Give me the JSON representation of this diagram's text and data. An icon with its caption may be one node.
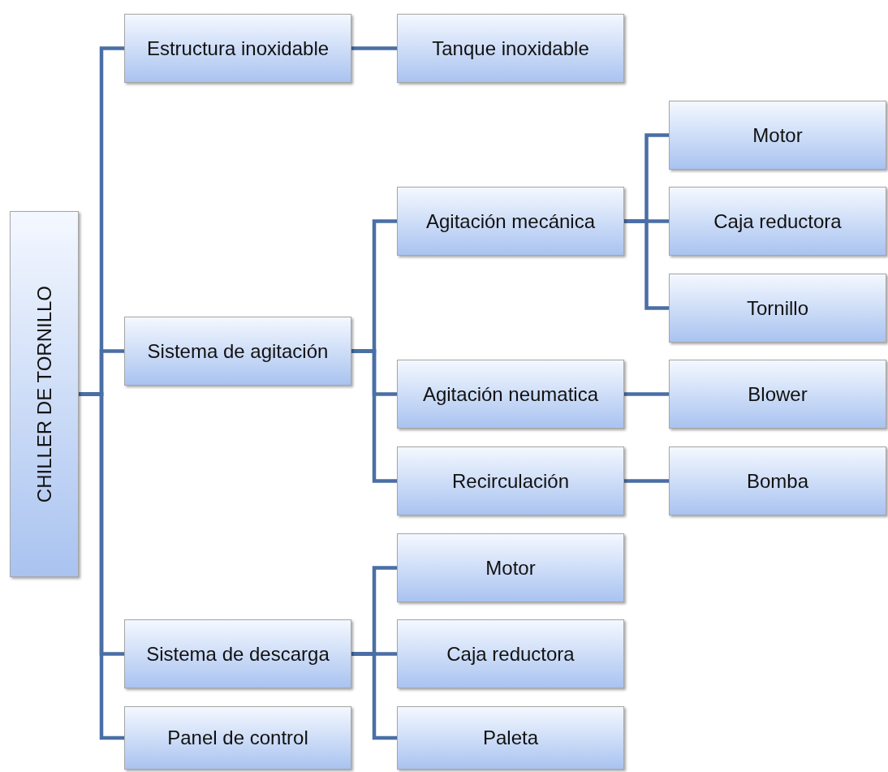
{
  "diagram": {
    "nodes": [
      {
        "text": [
          "CHILLER DE TORNILLO"
        ]
      },
      {
        "text": [
          "Estructura inoxidable"
        ]
      },
      {
        "text": [
          "Tanque inoxidable"
        ]
      },
      {
        "text": [
          "Sistema de agitación"
        ]
      },
      {
        "text": [
          "Agitación mecánica"
        ]
      },
      {
        "text": [
          "Motor"
        ]
      },
      {
        "text": [
          "Caja reductora"
        ]
      },
      {
        "text": [
          "Tornillo"
        ]
      },
      {
        "text": [
          "Agitación neumatica"
        ]
      },
      {
        "text": [
          "Blower"
        ]
      },
      {
        "text": [
          "Recirculación"
        ]
      },
      {
        "text": [
          "Bomba"
        ]
      },
      {
        "text": [
          "Sistema de descarga"
        ]
      },
      {
        "text": [
          "Motor"
        ]
      },
      {
        "text": [
          "Caja reductora"
        ]
      },
      {
        "text": [
          "Paleta"
        ]
      },
      {
        "text": [
          "Panel de control"
        ]
      }
    ],
    "edges": [
      {
        "from": 0,
        "to": 1,
        "arrow": "none"
      },
      {
        "from": 0,
        "to": 3,
        "arrow": "none"
      },
      {
        "from": 0,
        "to": 12,
        "arrow": "none"
      },
      {
        "from": 0,
        "to": 16,
        "arrow": "none"
      },
      {
        "from": 1,
        "to": 2,
        "arrow": "none"
      },
      {
        "from": 3,
        "to": 4,
        "arrow": "none"
      },
      {
        "from": 3,
        "to": 8,
        "arrow": "none"
      },
      {
        "from": 3,
        "to": 10,
        "arrow": "none"
      },
      {
        "from": 4,
        "to": 5,
        "arrow": "none"
      },
      {
        "from": 4,
        "to": 6,
        "arrow": "none"
      },
      {
        "from": 4,
        "to": 7,
        "arrow": "none"
      },
      {
        "from": 8,
        "to": 9,
        "arrow": "none"
      },
      {
        "from": 10,
        "to": 11,
        "arrow": "none"
      },
      {
        "from": 12,
        "to": 13,
        "arrow": "none"
      },
      {
        "from": 12,
        "to": 14,
        "arrow": "none"
      },
      {
        "from": 12,
        "to": 15,
        "arrow": "none"
      }
    ]
  }
}
